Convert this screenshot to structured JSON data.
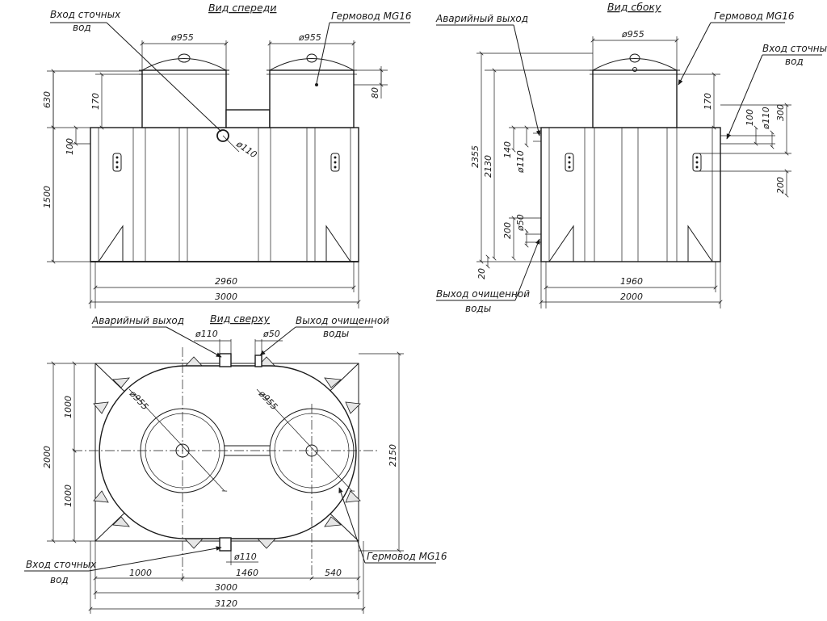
{
  "views": {
    "front": {
      "title": "Вид спереди",
      "inlet_label_1": "Вход сточных",
      "inlet_label_2": "вод",
      "seal_label": "Гермовод MG16",
      "dims": {
        "d955_left": "ø955",
        "d955_right": "ø955",
        "h630": "630",
        "h170": "170",
        "h80": "80",
        "h100": "100",
        "h1500": "1500",
        "d110": "ø110",
        "w2960": "2960",
        "w3000": "3000"
      }
    },
    "side": {
      "title": "Вид сбоку",
      "emergency_label": "Аварийный выход",
      "seal_label": "Гермовод MG16",
      "inlet_label_1": "Вход сточных",
      "inlet_label_2": "вод",
      "outlet_label_1": "Выход очищенной",
      "outlet_label_2": "воды",
      "dims": {
        "d955": "ø955",
        "h2355": "2355",
        "h2130": "2130",
        "h140": "140",
        "d110_left": "ø110",
        "h200_left": "200",
        "d50": "ø50",
        "h20": "20",
        "h170": "170",
        "h100": "100",
        "d110_right": "ø110",
        "h300": "300",
        "h200_right": "200",
        "w1960": "1960",
        "w2000": "2000"
      }
    },
    "top": {
      "title": "Вид сверху",
      "emergency_label": "Аварийный выход",
      "outlet_label_1": "Выход очищенной",
      "outlet_label_2": "воды",
      "inlet_label_1": "Вход сточных",
      "inlet_label_2": "вод",
      "seal_label": "Гермовод MG16",
      "dims": {
        "d110_top": "ø110",
        "d50_top": "ø50",
        "d955_left": "ø955",
        "d955_right": "ø955",
        "h1000_top": "1000",
        "h1000_bottom": "1000",
        "h2000": "2000",
        "h2150": "2150",
        "d110_bottom": "ø110",
        "w1000": "1000",
        "w1460": "1460",
        "w540": "540",
        "w3000": "3000",
        "w3120": "3120"
      }
    }
  }
}
